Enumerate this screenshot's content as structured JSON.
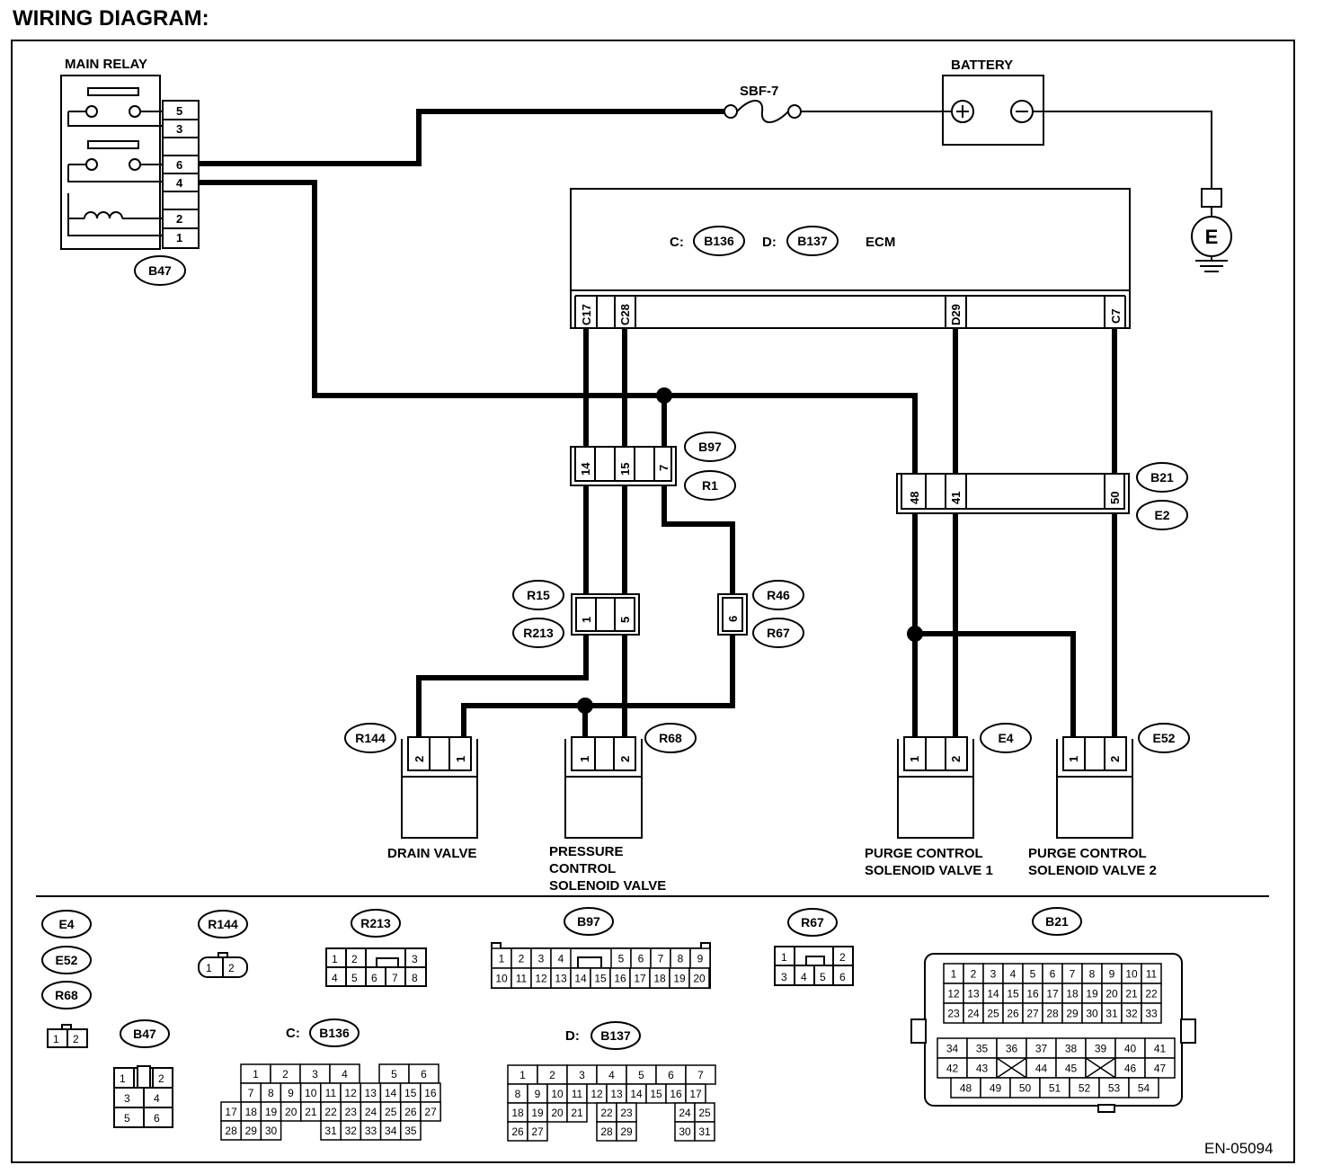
{
  "title": "WIRING DIAGRAM:",
  "footer_code": "EN-05094",
  "components": {
    "main_relay": "MAIN RELAY",
    "battery": "BATTERY",
    "fuse": "SBF-7",
    "ecm": "ECM",
    "ground": "E",
    "drain_valve": "DRAIN VALVE",
    "pressure_valve": [
      "PRESSURE",
      "CONTROL",
      "SOLENOID VALVE"
    ],
    "purge_valve_1": [
      "PURGE CONTROL",
      "SOLENOID VALVE 1"
    ],
    "purge_valve_2": [
      "PURGE CONTROL",
      "SOLENOID VALVE 2"
    ]
  },
  "ecm_connectors": {
    "c_prefix": "C:",
    "c_id": "B136",
    "d_prefix": "D:",
    "d_id": "B137"
  },
  "ecm_pins": [
    "C17",
    "C28",
    "D29",
    "C7"
  ],
  "relay_pins": [
    "5",
    "3",
    "",
    "6",
    "4",
    "",
    "2",
    "1"
  ],
  "connectors": {
    "B47": "B47",
    "B97": "B97",
    "R1": "R1",
    "B21": "B21",
    "E2": "E2",
    "R15": "R15",
    "R213": "R213",
    "R46": "R46",
    "R67": "R67",
    "R144": "R144",
    "R68": "R68",
    "E4": "E4",
    "E52": "E52"
  },
  "junction_pins": {
    "b97": [
      "14",
      "15",
      "7"
    ],
    "b21": [
      "48",
      "41",
      "50"
    ],
    "r15": [
      "1",
      "5"
    ],
    "r46": [
      "6"
    ],
    "r144": [
      "2",
      "1"
    ],
    "r68": [
      "1",
      "2"
    ],
    "e4": [
      "1",
      "2"
    ],
    "e52": [
      "1",
      "2"
    ]
  },
  "legend": {
    "e_group": [
      "E4",
      "E52",
      "R68"
    ],
    "e_group_pins": [
      "1",
      "2"
    ],
    "r144": "R144",
    "r144_pins": [
      "1",
      "2"
    ],
    "r213": "R213",
    "r213_rows": [
      [
        "1",
        "2",
        "",
        "3"
      ],
      [
        "4",
        "5",
        "6",
        "7",
        "8"
      ]
    ],
    "b97": "B97",
    "b97_rows": [
      [
        "1",
        "2",
        "3",
        "4",
        "",
        "5",
        "6",
        "7",
        "8",
        "9"
      ],
      [
        "10",
        "11",
        "12",
        "13",
        "14",
        "15",
        "16",
        "17",
        "18",
        "19",
        "20"
      ]
    ],
    "r67": "R67",
    "r67_rows": [
      [
        "1",
        "",
        "2"
      ],
      [
        "3",
        "4",
        "5",
        "6"
      ]
    ],
    "b21": "B21",
    "b21_rows": [
      [
        "1",
        "2",
        "3",
        "4",
        "5",
        "6",
        "7",
        "8",
        "9",
        "10",
        "11"
      ],
      [
        "12",
        "13",
        "14",
        "15",
        "16",
        "17",
        "18",
        "19",
        "20",
        "21",
        "22"
      ],
      [
        "23",
        "24",
        "25",
        "26",
        "27",
        "28",
        "29",
        "30",
        "31",
        "32",
        "33"
      ],
      [
        "34",
        "35",
        "36",
        "37",
        "38",
        "39",
        "40",
        "41"
      ],
      [
        "42",
        "43",
        "",
        "44",
        "45",
        "",
        "46",
        "47"
      ],
      [
        "48",
        "49",
        "50",
        "51",
        "52",
        "53",
        "54"
      ]
    ],
    "b47": "B47",
    "b47_rows": [
      [
        "1",
        "",
        "2"
      ],
      [
        "3",
        "4"
      ],
      [
        "5",
        "6"
      ]
    ],
    "b136_prefix": "C:",
    "b136": "B136",
    "b136_rows": [
      [
        "1",
        "2",
        "3",
        "4",
        "",
        "5",
        "6"
      ],
      [
        "7",
        "8",
        "9",
        "10",
        "11",
        "12",
        "13",
        "14",
        "15",
        "16"
      ],
      [
        "17",
        "18",
        "19",
        "20",
        "21",
        "22",
        "23",
        "24",
        "25",
        "26",
        "27"
      ],
      [
        "28",
        "29",
        "30",
        "",
        "",
        "31",
        "32",
        "33",
        "34",
        "35"
      ]
    ],
    "b137_prefix": "D:",
    "b137": "B137",
    "b137_rows": [
      [
        "1",
        "2",
        "3",
        "4",
        "5",
        "6",
        "7"
      ],
      [
        "8",
        "9",
        "10",
        "11",
        "12",
        "13",
        "14",
        "15",
        "16",
        "17"
      ],
      [
        "18",
        "19",
        "20",
        "21",
        "22",
        "23",
        "24",
        "25"
      ],
      [
        "26",
        "27",
        "28",
        "29",
        "30",
        "31"
      ]
    ]
  }
}
